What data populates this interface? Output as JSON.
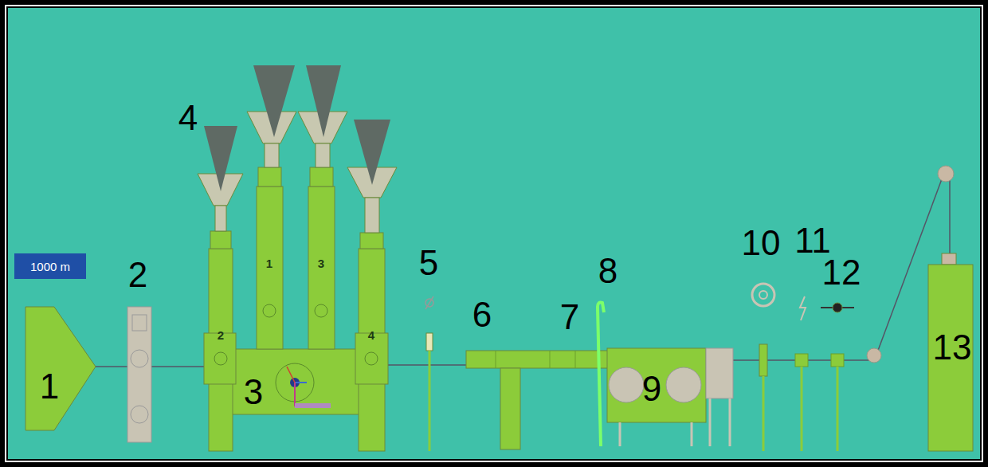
{
  "diagram": {
    "nodes": [
      {
        "text": [
          "1000 m"
        ]
      }
    ],
    "labels": [
      "1",
      "2",
      "3",
      "4",
      "5",
      "6",
      "7",
      "8",
      "9",
      "10",
      "11",
      "12",
      "13",
      "2",
      "1",
      "3",
      "4"
    ]
  }
}
